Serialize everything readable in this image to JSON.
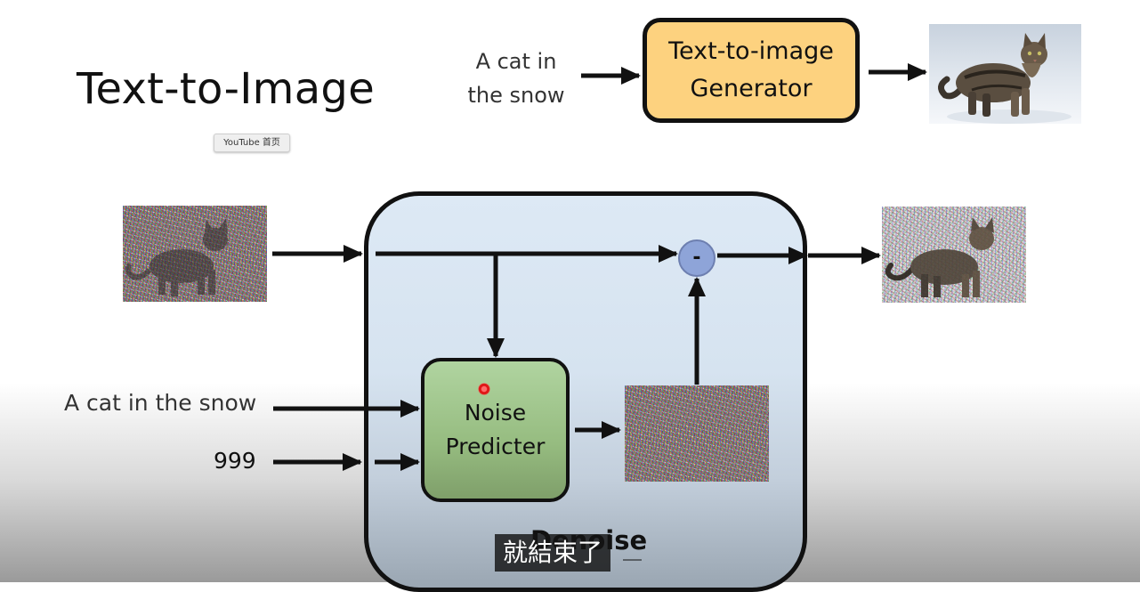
{
  "slide": {
    "title": "Text-to-Image",
    "tooltip": "YouTube 首页"
  },
  "top_pipeline": {
    "prompt_line1": "A cat in",
    "prompt_line2": "the snow",
    "generator_line1": "Text-to-image",
    "generator_line2": "Generator",
    "output_image": "cat-in-snow-photo"
  },
  "denoise": {
    "label": "Denoise",
    "condition_text": "A cat in the snow",
    "step": "999",
    "noise_predicter_line1": "Noise",
    "noise_predicter_line2": "Predicter",
    "subtract_symbol": "-",
    "input_image": "noisy-cat-image",
    "predicted_noise_image": "predicted-noise-image",
    "output_image": "less-noisy-cat-image"
  },
  "subtitle": "就結束了",
  "colors": {
    "generator_fill": "#fdd27f",
    "noise_predicter_fill": "#a7c997",
    "denoise_fill": "#d6e3f0",
    "minus_node_fill": "#8ea4d8",
    "subtitle_bg": "#141414"
  }
}
